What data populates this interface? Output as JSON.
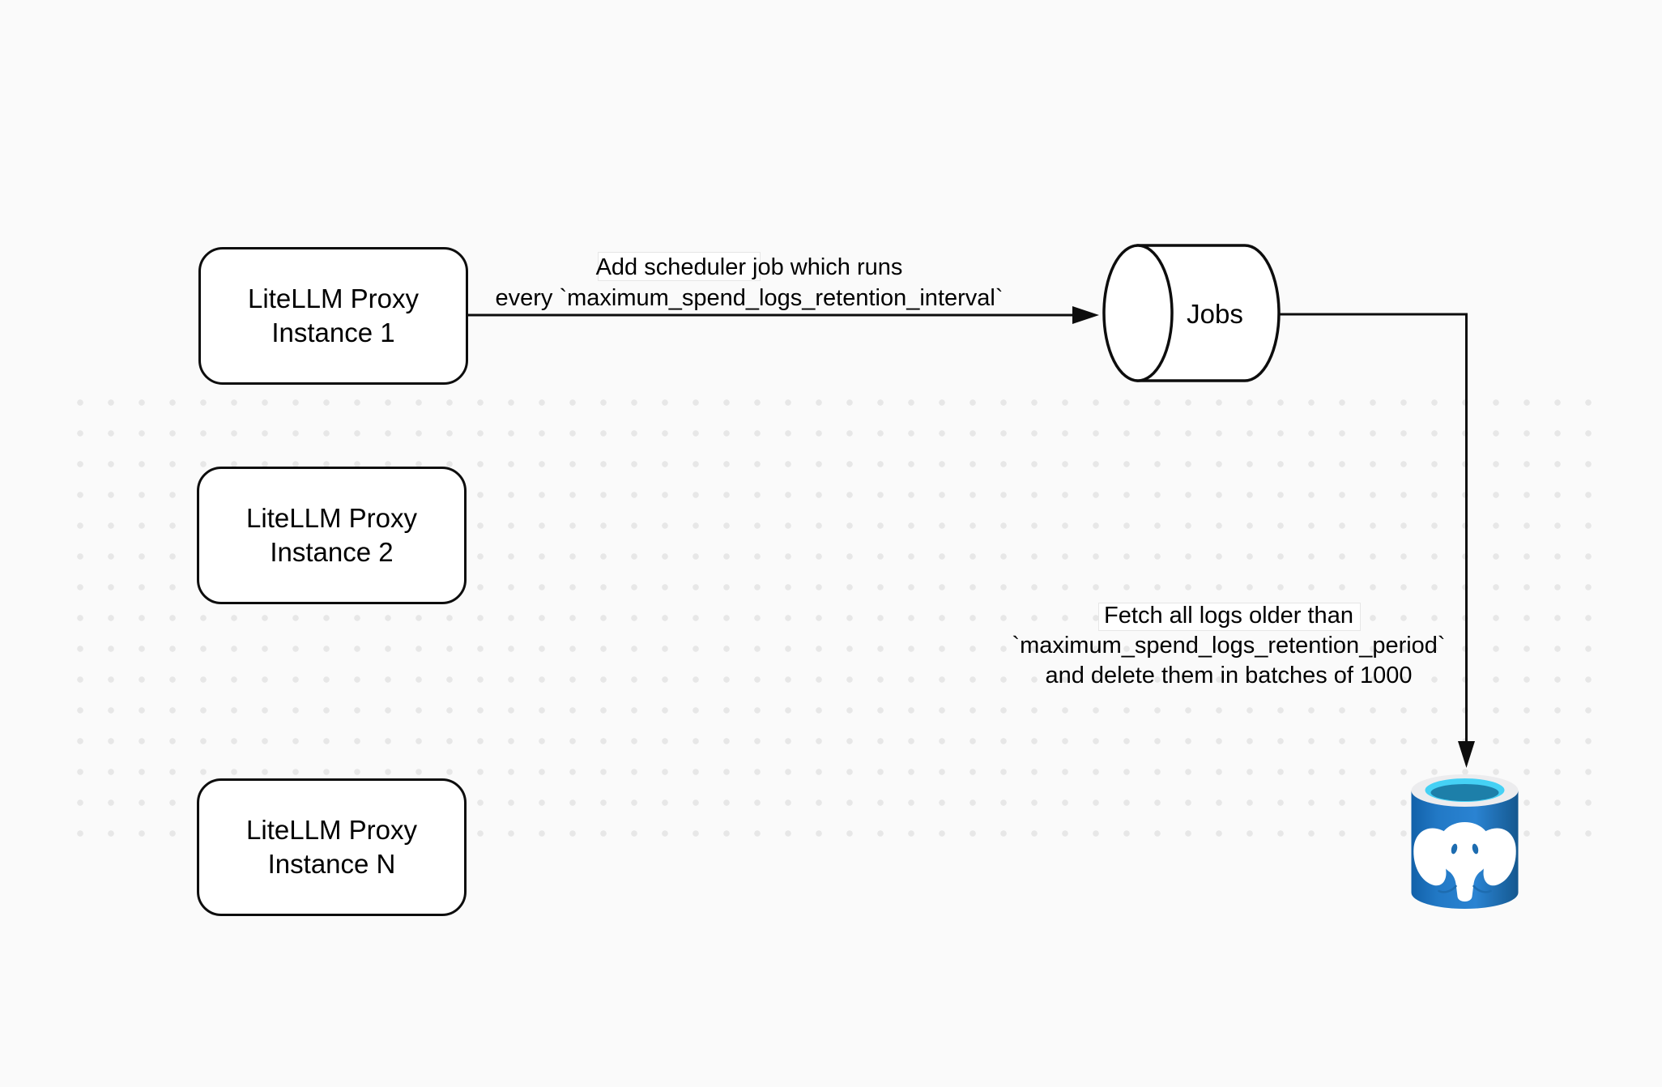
{
  "diagram": {
    "background_color": "#fafafa",
    "dot_color": "#e7e7e7",
    "stroke_color": "#0d0d0d"
  },
  "nodes": {
    "instance1": {
      "label": "LiteLLM Proxy\nInstance 1"
    },
    "instance2": {
      "label": "LiteLLM Proxy\nInstance 2"
    },
    "instanceN": {
      "label": "LiteLLM Proxy\nInstance N"
    },
    "jobs": {
      "label": "Jobs",
      "shape": "horizontal-cylinder"
    },
    "postgres": {
      "icon": "postgresql-database-icon",
      "body_color": "#2279c6",
      "rim_color": "#ececee",
      "water_top_color": "#45d1f5",
      "water_deep_color": "#1d7fa9"
    }
  },
  "edges": {
    "scheduler": {
      "lines": [
        "Add scheduler job which runs",
        "every `maximum_spend_logs_retention_interval`"
      ]
    },
    "fetch": {
      "lines": [
        "Fetch all logs older than",
        "`maximum_spend_logs_retention_period`",
        "and delete them in batches of 1000"
      ]
    }
  }
}
